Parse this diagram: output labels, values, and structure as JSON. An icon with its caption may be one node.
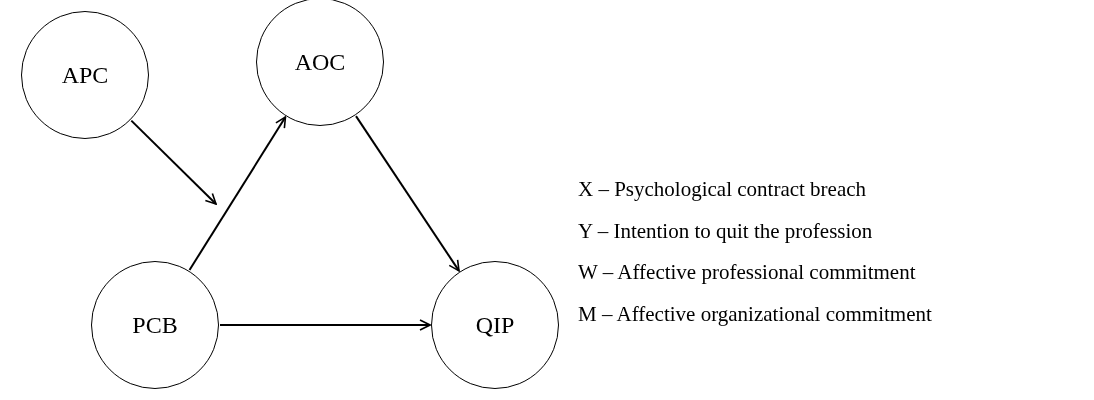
{
  "diagram": {
    "nodes": [
      {
        "text": [
          "APC"
        ]
      },
      {
        "text": [
          "AOC"
        ]
      },
      {
        "text": [
          "PCB"
        ]
      },
      {
        "text": [
          "QIP"
        ]
      }
    ],
    "edges": [
      {
        "from": 0,
        "to": null,
        "arrow": "to"
      },
      {
        "from": 2,
        "to": 1,
        "arrow": "to"
      },
      {
        "from": 1,
        "to": 3,
        "arrow": "to"
      },
      {
        "from": 2,
        "to": 3,
        "arrow": "to"
      }
    ],
    "labels": [
      "X – Psychological contract breach",
      "Y – Intention to quit the profession",
      "W – Affective professional commitment",
      "M – Affective organizational commitment"
    ]
  }
}
